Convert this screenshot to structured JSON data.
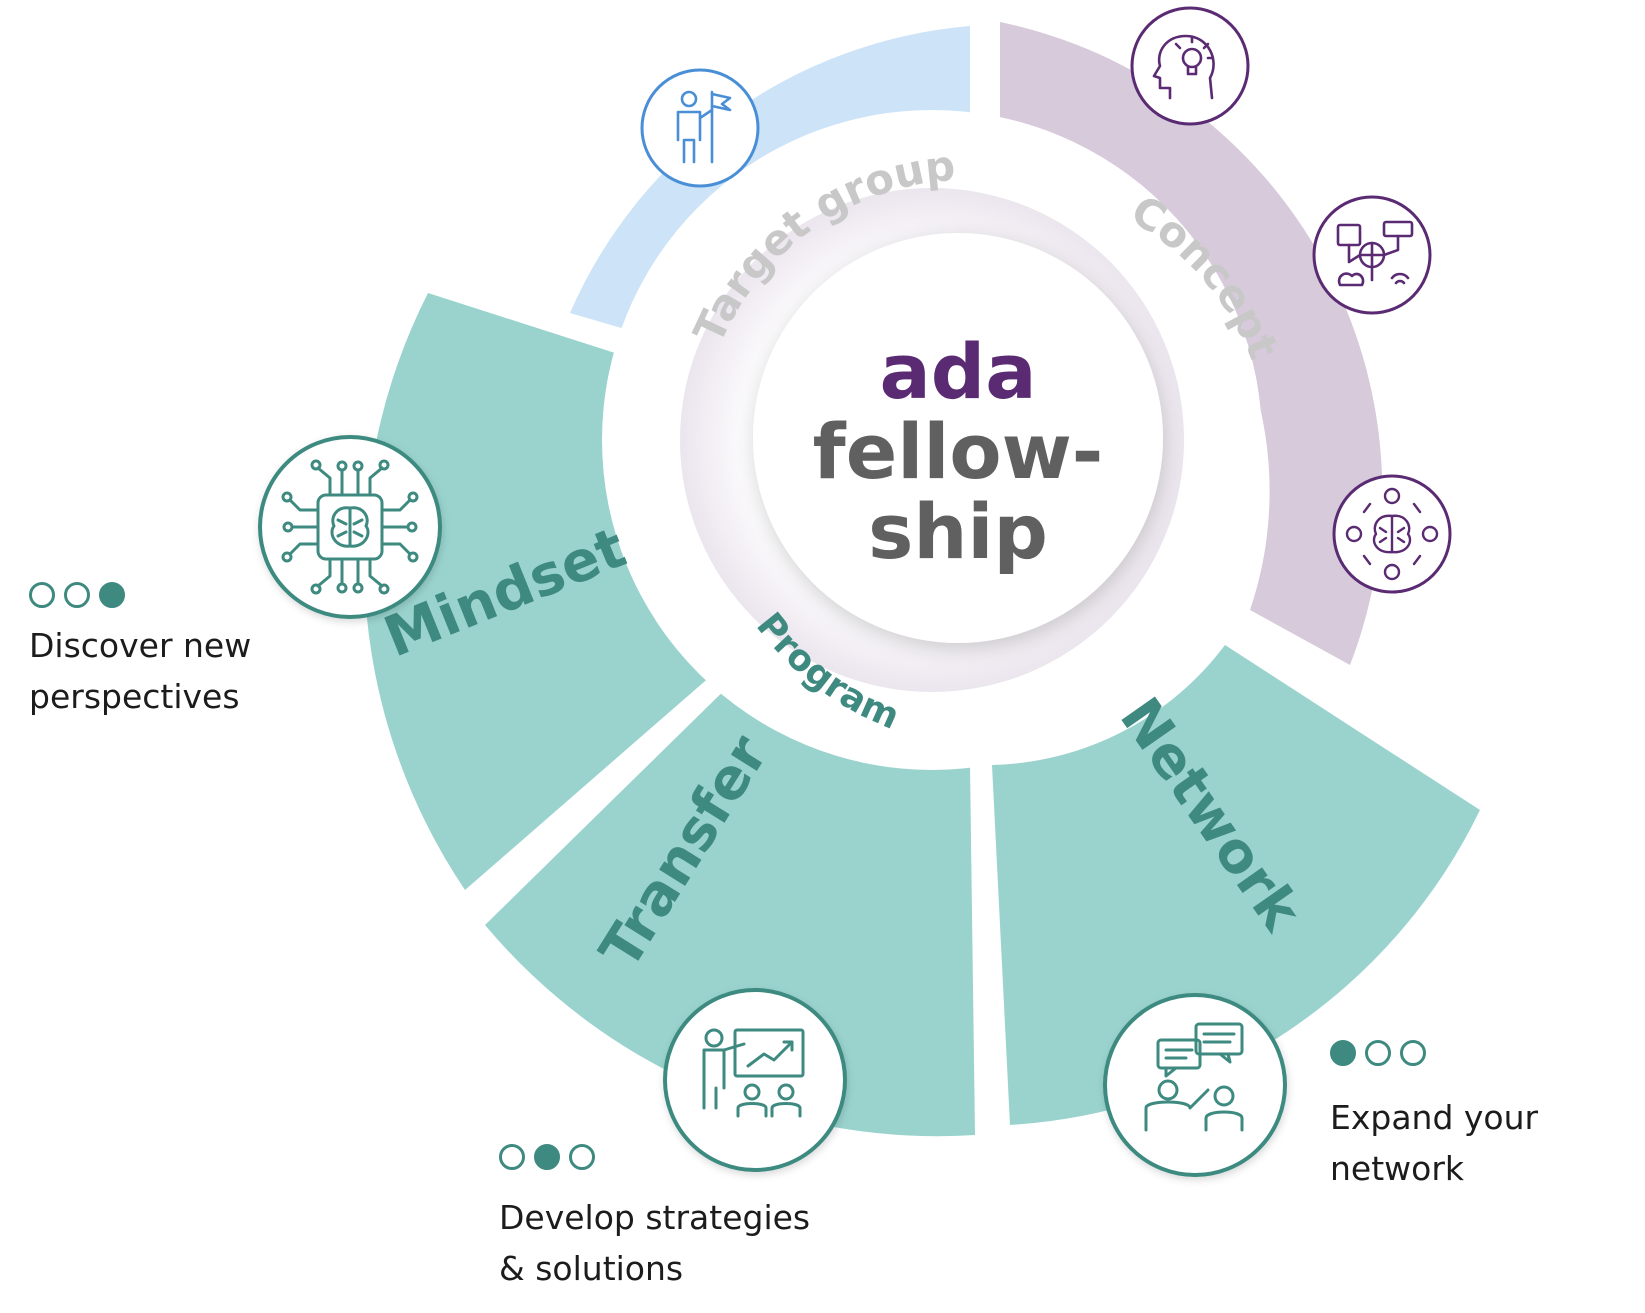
{
  "center": {
    "line1": "ada",
    "line2": "fellow-",
    "line3": "ship"
  },
  "rings": {
    "target_group": "Target group",
    "concept": "Concept",
    "program": "Program"
  },
  "segments": {
    "mindset": "Mindset",
    "transfer": "Transfer",
    "network": "Network"
  },
  "captions": {
    "mindset": {
      "line1": "Discover new",
      "line2": "perspectives",
      "progress_step": 3,
      "progress_total": 3
    },
    "transfer": {
      "line1": "Develop strategies",
      "line2": "& solutions",
      "progress_step": 2,
      "progress_total": 3
    },
    "network": {
      "line1": "Expand your",
      "line2": "network",
      "progress_step": 1,
      "progress_total": 3
    }
  },
  "icons": {
    "target_group": "person-flag-icon",
    "concept_1": "head-lightbulb-icon",
    "concept_2": "global-communication-icon",
    "concept_3": "brain-people-network-icon",
    "mindset": "brain-chip-icon",
    "transfer": "presentation-icon",
    "network": "discussion-icon"
  },
  "colors": {
    "teal_fill": "#9ad3ce",
    "teal_dark": "#3e8a80",
    "blue_fill": "#cce3f8",
    "blue_stroke": "#4a8fd6",
    "purple_fill": "#d6cadb",
    "purple_dark": "#5a2a72",
    "label_gray": "#c8c8c8",
    "center_gray": "#606060"
  }
}
